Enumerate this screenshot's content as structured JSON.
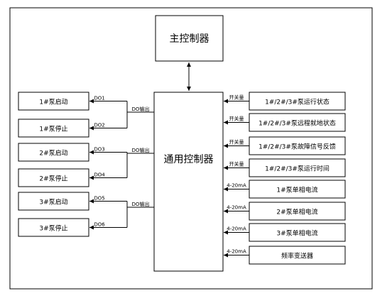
{
  "main_controller": {
    "label": "主控制器"
  },
  "general_controller": {
    "label": "通用控制器"
  },
  "outputs": {
    "do_output_label": "DO输出",
    "boxes": [
      {
        "label": "1#泵启动",
        "signal": "DO1"
      },
      {
        "label": "1#泵停止",
        "signal": "DO2"
      },
      {
        "label": "2#泵启动",
        "signal": "DO3"
      },
      {
        "label": "2#泵停止",
        "signal": "DO4"
      },
      {
        "label": "3#泵启动",
        "signal": "DO5"
      },
      {
        "label": "3#泵停止",
        "signal": "DO6"
      }
    ]
  },
  "inputs": [
    {
      "label": "1#/2#/3#泵运行状态",
      "signal": "开关量"
    },
    {
      "label": "1#/2#/3#泵远程就地状态",
      "signal": "开关量"
    },
    {
      "label": "1#/2#/3#泵故障信号反馈",
      "signal": "开关量"
    },
    {
      "label": "1#/2#/3#泵运行时间",
      "signal": "开关量"
    },
    {
      "label": "1#泵单相电流",
      "signal": "4-20mA"
    },
    {
      "label": "2#泵单相电流",
      "signal": "4-20mA"
    },
    {
      "label": "3#泵单相电流",
      "signal": "4-20mA"
    },
    {
      "label": "频率变送器",
      "signal": "4-20mA"
    }
  ]
}
